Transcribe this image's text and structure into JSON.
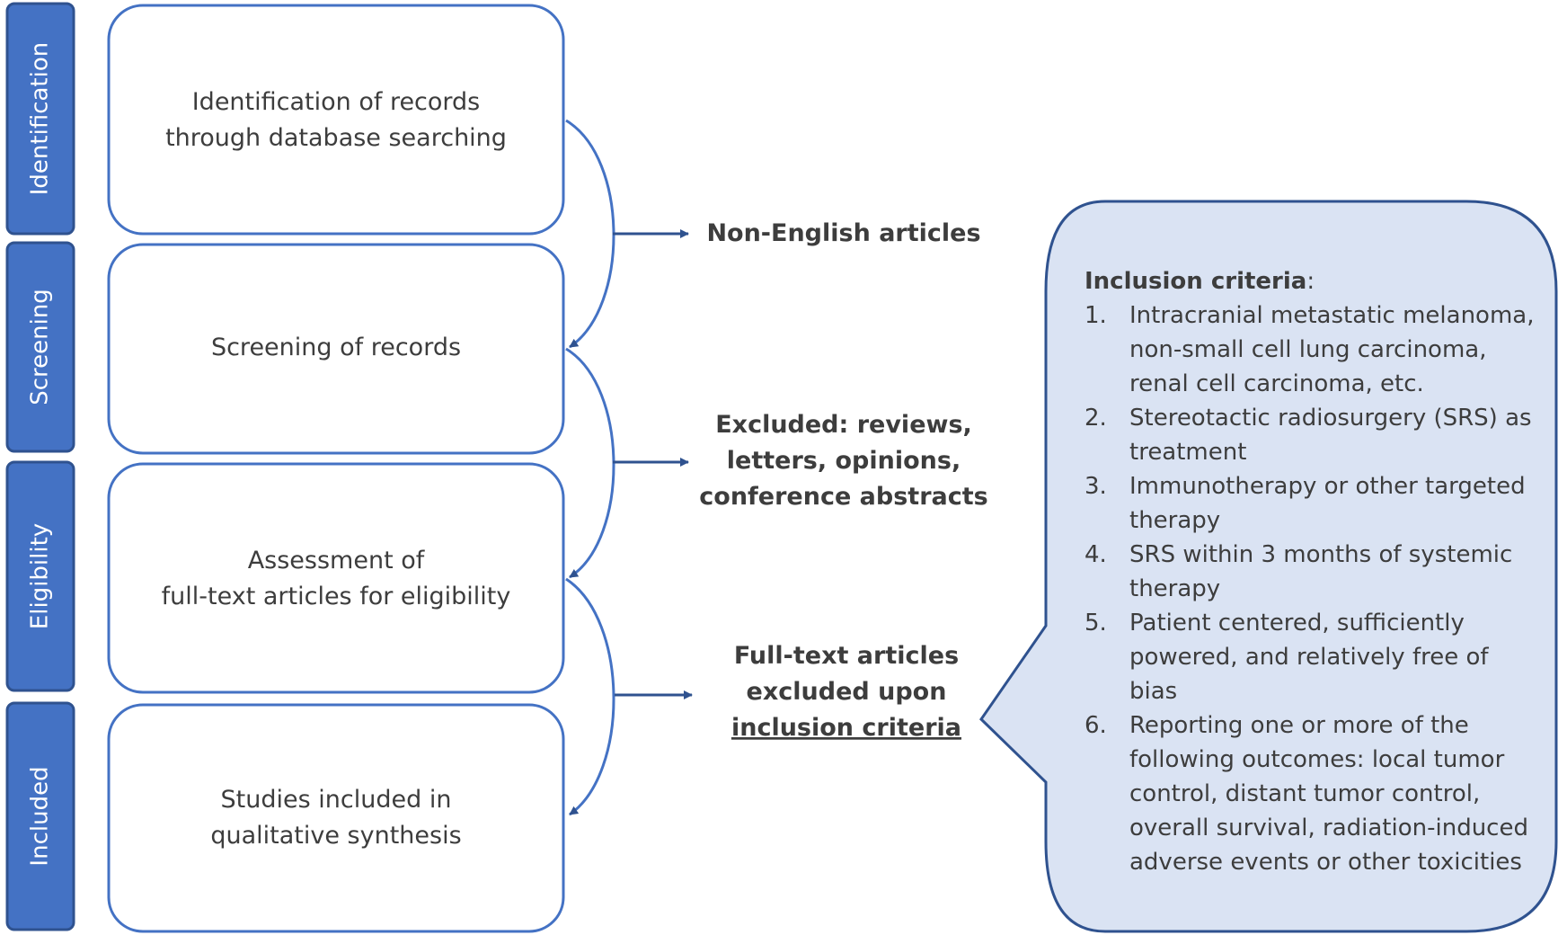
{
  "stages": [
    {
      "label": "Identification"
    },
    {
      "label": "Screening"
    },
    {
      "label": "Eligibility"
    },
    {
      "label": "Included"
    }
  ],
  "boxes": [
    {
      "lines": [
        "Identification of records",
        "through database searching"
      ]
    },
    {
      "lines": [
        "Screening of records"
      ]
    },
    {
      "lines": [
        "Assessment of",
        "full-text articles for eligibility"
      ]
    },
    {
      "lines": [
        "Studies included in",
        "qualitative synthesis"
      ]
    }
  ],
  "exclusions": [
    {
      "lines": [
        "Non-English articles"
      ]
    },
    {
      "lines": [
        "Excluded: reviews,",
        "letters, opinions,",
        "conference abstracts"
      ]
    },
    {
      "lines": [
        "Full-text articles",
        "excluded upon",
        "inclusion criteria"
      ],
      "underlined_line": 2
    }
  ],
  "criteria": {
    "title": "Inclusion criteria",
    "title_suffix": ":",
    "items": [
      {
        "number": "1.",
        "lines": [
          "Intracranial metastatic melanoma,",
          "non-small cell lung carcinoma,",
          "renal cell carcinoma, etc."
        ]
      },
      {
        "number": "2.",
        "lines": [
          "Stereotactic radiosurgery (SRS) as",
          "treatment"
        ]
      },
      {
        "number": "3.",
        "lines": [
          "Immunotherapy or other targeted",
          "therapy"
        ]
      },
      {
        "number": "4.",
        "lines": [
          "SRS within 3 months of systemic",
          "therapy"
        ]
      },
      {
        "number": "5.",
        "lines": [
          "Patient centered, sufficiently",
          "powered, and relatively free of",
          "bias"
        ]
      },
      {
        "number": "6.",
        "lines": [
          "Reporting one or more of the",
          "following outcomes: local tumor",
          "control, distant tumor control,",
          "overall survival, radiation-induced",
          "adverse events or other toxicities"
        ]
      }
    ]
  },
  "colors": {
    "stage_fill": "#4472c4",
    "stage_border": "#2f528f",
    "box_border": "#4472c4",
    "arrow": "#2f528f",
    "callout_fill": "#dae3f3",
    "callout_border": "#2f528f"
  }
}
